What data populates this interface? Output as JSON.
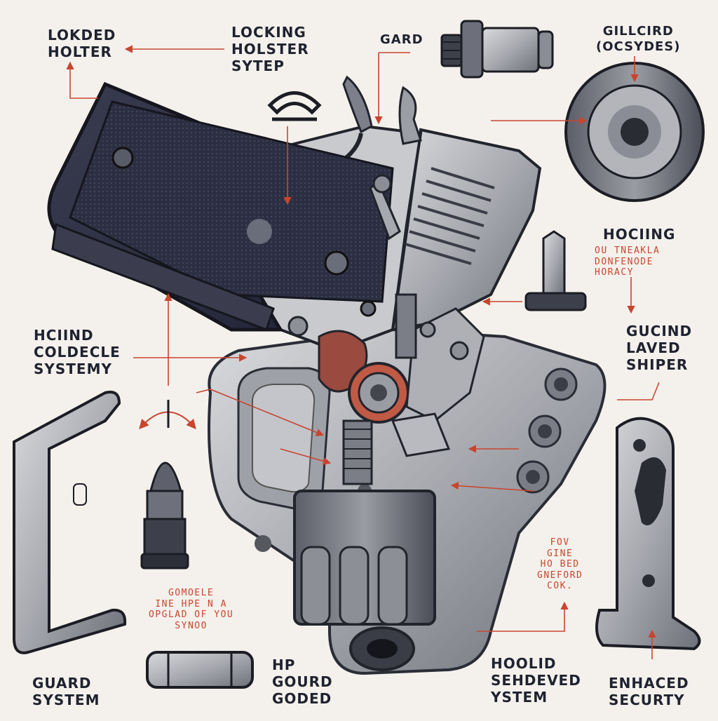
{
  "labels": {
    "locked_holster": "LOKDED\nHOLTER",
    "locking_holster_system": "LOCKING\nHOLSTER\nSYTEP",
    "gard": "GARD",
    "gillcird": "GILLCIRD\n(OCSYDES)",
    "hociing": "HOCIING",
    "hociing_note": "OU TNEAKLA\nDONFENODE\nHORACY",
    "gucind": "GUCIND\nLAVED\nSHIPER",
    "hciind": "HCIIND\nCOLDECLE\nSYSTEMY",
    "gomoele_note": "GOMOELE\nINE HPE N A\nOPGLAD OF YOU\nSYNOO",
    "fov_note": "FOV\nGINE\nHO BED\nGNEFORD\nCOK.",
    "guard_system": "GUARD\nSYSTEM",
    "hp_gourd": "HP\nGOURD\nGODED",
    "hoolid": "HOOLID\nSEHDEVED\nYSTEM",
    "enhaced": "ENHACED\nSECURTY"
  },
  "colors": {
    "background": "#f4f1ec",
    "ink": "#1f2230",
    "accent_red": "#c8452f",
    "metal_dark": "#4a4d58",
    "metal_light": "#b9bbc0",
    "grip": "#2c2e3e"
  }
}
